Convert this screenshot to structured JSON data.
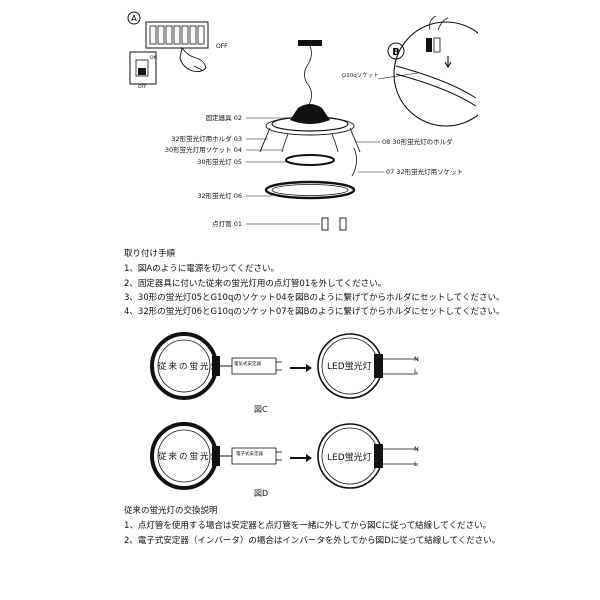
{
  "inset_a": {
    "marker": "A",
    "switch_on": "ON",
    "switch_off": "OFF",
    "label_off": "OFF"
  },
  "inset_b": {
    "marker": "B",
    "socket_label": "G10qソケット"
  },
  "parts": {
    "p02": "固定器具 02",
    "p03": "32形蛍光灯用ホルダ 03",
    "p04": "30形蛍光灯用ソケット 04",
    "p05": "30形蛍光灯 05",
    "p06": "32形蛍光灯 06",
    "p01": "点灯管 01",
    "p08": "08 30形蛍光灯のホルダ",
    "p07": "07 32形蛍光灯用ソケット"
  },
  "instructions": {
    "heading": "取り付け手順",
    "steps": [
      "1、図Aのように電源を切ってください。",
      "2、固定器具に付いた従来の蛍光灯用の点灯管01を外してください。",
      "3、30形の蛍光灯05とG10qのソケット04を図Bのように繋げてからホルダにセットしてください。",
      "4、32形の蛍光灯06とG10qのソケット07を図Bのように繋げてからホルダにセットしてください。"
    ]
  },
  "figure_c": {
    "old_lamp": "従来の蛍光灯",
    "box_label": "電気式安定器",
    "new_lamp": "LED蛍光灯",
    "wire_n": "N",
    "wire_l": "L",
    "caption": "図C"
  },
  "figure_d": {
    "old_lamp": "従来の蛍光灯",
    "box_label": "電子式安定器",
    "new_lamp": "LED蛍光灯",
    "wire_n": "N",
    "wire_l": "L",
    "caption": "図D"
  },
  "replacement": {
    "heading": "従来の蛍光灯の交換説明",
    "steps": [
      "1、点灯管を使用する場合は安定器と点灯管を一緒に外してから図Cに従って結線してください。",
      "2、電子式安定器（インバータ）の場合はインバータを外してから図Dに従って結線してください。"
    ]
  }
}
